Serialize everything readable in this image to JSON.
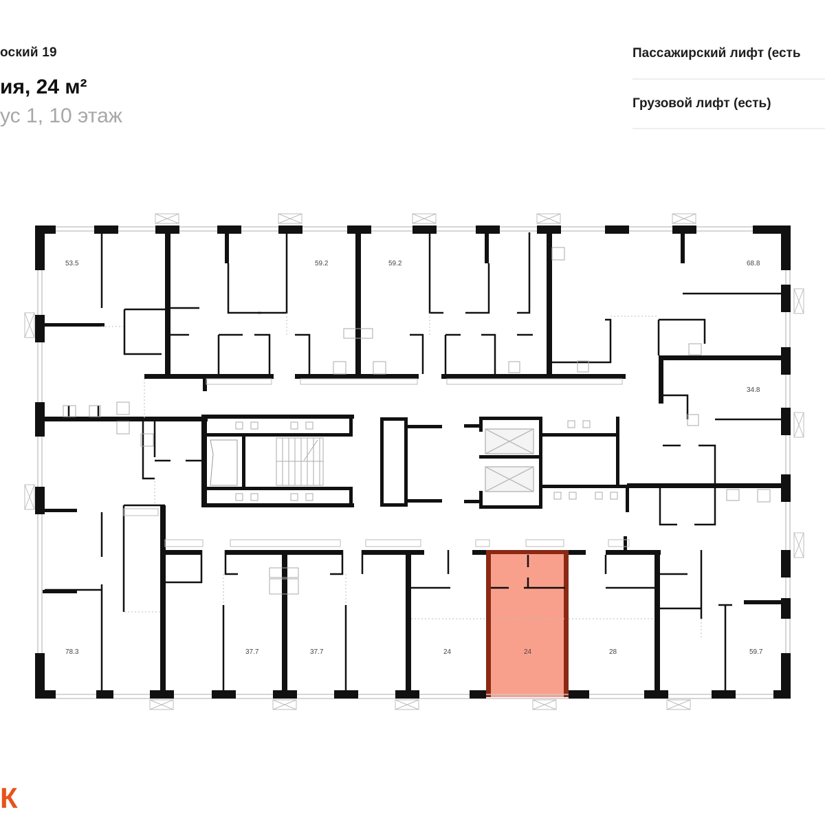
{
  "header": {
    "address": "оский 19",
    "title": "ия, 24 м²",
    "subtitle": "ус 1, 10 этаж"
  },
  "features": [
    {
      "label": "Пассажирский лифт (есть"
    },
    {
      "label": "Грузовой лифт (есть)"
    }
  ],
  "logo": {
    "text": "К",
    "color": "#e8531c"
  },
  "floor_plan": {
    "highlight_color": "#f9a08c",
    "highlight_border": "#8a2a14",
    "selected_unit": "24",
    "units": [
      {
        "id": "u1",
        "area": "53.5"
      },
      {
        "id": "u2",
        "area": "59.2"
      },
      {
        "id": "u3",
        "area": "59.2"
      },
      {
        "id": "u4",
        "area": "68.8"
      },
      {
        "id": "u5",
        "area": "34.8"
      },
      {
        "id": "u6",
        "area": "78.3"
      },
      {
        "id": "u7",
        "area": "37.7"
      },
      {
        "id": "u8",
        "area": "37.7"
      },
      {
        "id": "u9",
        "area": "24"
      },
      {
        "id": "u10",
        "area": "24"
      },
      {
        "id": "u11",
        "area": "28"
      },
      {
        "id": "u12",
        "area": "59.7"
      }
    ]
  }
}
